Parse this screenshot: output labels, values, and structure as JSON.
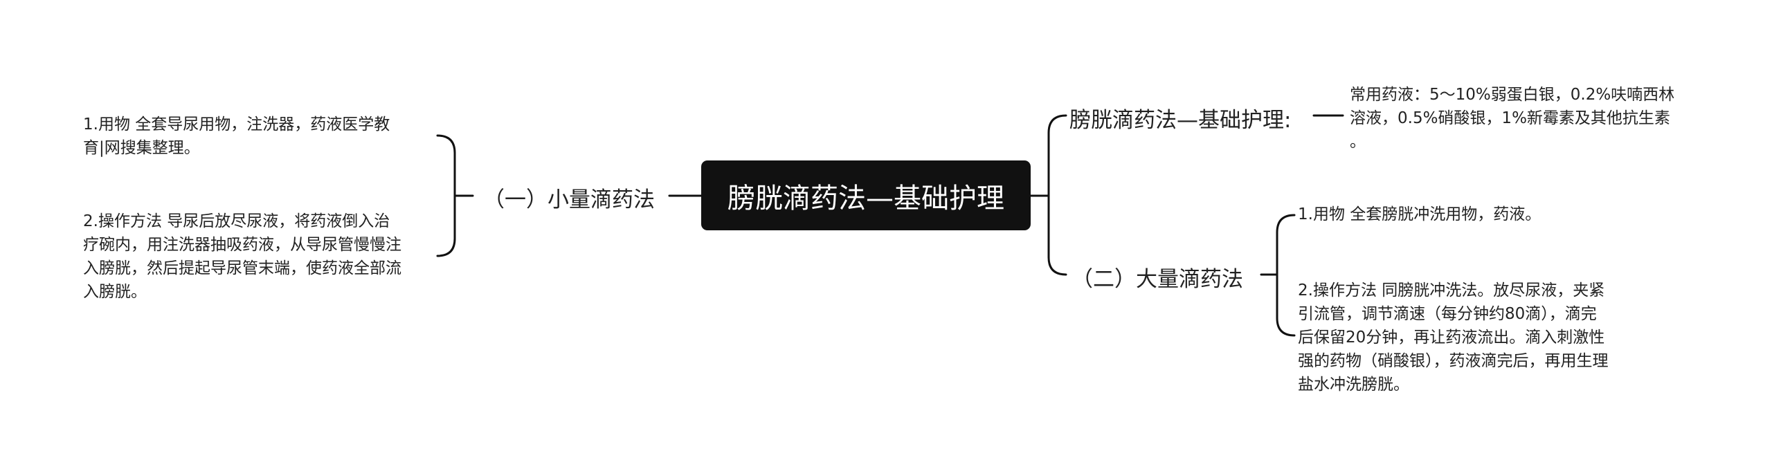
{
  "root": "膀胱滴药法—基础护理",
  "left": {
    "branch": "（一）小量滴药法",
    "leaves": [
      [
        "1.用物 全套导尿用物，注洗器，药液医学教",
        "育|网搜集整理。"
      ],
      [
        "2.操作方法 导尿后放尽尿液，将药液倒入治",
        "疗碗内，用注洗器抽吸药液，从导尿管慢慢注",
        "入膀胱，然后提起导尿管末端，使药液全部流",
        "入膀胱。"
      ]
    ]
  },
  "right": {
    "branch_top": "膀胱滴药法—基础护理:",
    "top_leaf": [
      "常用药液：5～10%弱蛋白银，0.2%呋喃西林",
      "溶液，0.5%硝酸银，1%新霉素及其他抗生素",
      "。"
    ],
    "branch_bottom": "（二）大量滴药法",
    "leaves": [
      [
        "1.用物 全套膀胱冲洗用物，药液。"
      ],
      [
        "2.操作方法 同膀胱冲洗法。放尽尿液，夹紧",
        "引流管，调节滴速（每分钟约80滴），滴完",
        "后保留20分钟，再让药液流出。滴入刺激性",
        "强的药物（硝酸银），药液滴完后，再用生理",
        "盐水冲洗膀胱。"
      ]
    ]
  },
  "colors": {
    "root_bg": "#111111",
    "line": "#111111",
    "text": "#222222"
  }
}
